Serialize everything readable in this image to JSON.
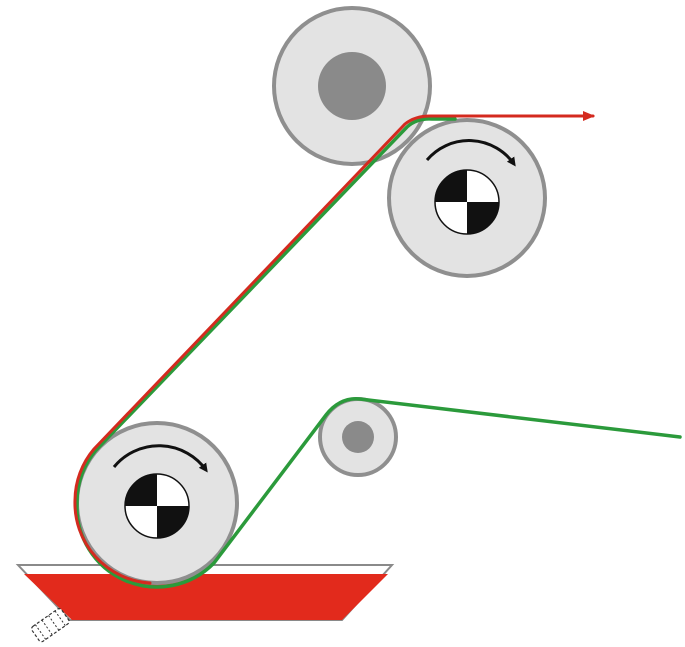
{
  "diagram": {
    "type": "roller-coating-schematic",
    "colors": {
      "background": "#ffffff",
      "roller_fill": "#e3e3e3",
      "roller_stroke": "#8f8f8f",
      "roller_core": "#8a8a8a",
      "web_coated": "#d42a1f",
      "web_substrate": "#2b9a3b",
      "trough_liquid": "#e22a1c",
      "trough_outline": "#8a8a8a",
      "arrow": "#111111",
      "marker_dark": "#111111",
      "marker_light": "#ffffff"
    },
    "components": [
      {
        "id": "nip-roller",
        "icon": "idler-roller"
      },
      {
        "id": "drive-roller-top",
        "icon": "driven-roller-with-rotation-marker",
        "rotation": "clockwise"
      },
      {
        "id": "guide-roller-small",
        "icon": "idler-roller"
      },
      {
        "id": "applicator-roller",
        "icon": "driven-roller-with-rotation-marker",
        "rotation": "clockwise"
      },
      {
        "id": "coating-trough",
        "icon": "liquid-pan"
      },
      {
        "id": "drain-valve",
        "icon": "valve"
      }
    ],
    "web_paths": [
      {
        "id": "substrate-in",
        "color_key": "web_substrate"
      },
      {
        "id": "coated-out",
        "color_key": "web_coated",
        "arrow": "end"
      }
    ]
  }
}
